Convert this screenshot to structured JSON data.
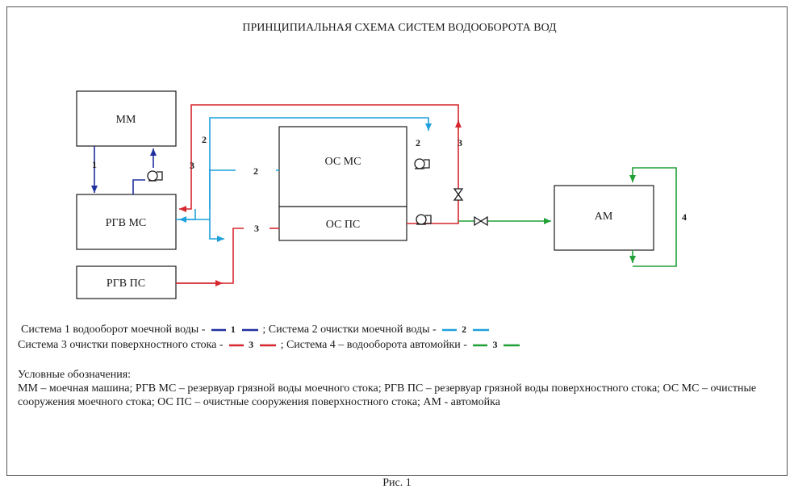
{
  "title": "ПРИНЦИПИАЛЬНАЯ СХЕМА СИСТЕМ ВОДООБОРОТА ВОД",
  "boxes": {
    "mm": "ММ",
    "rgv_ms": "РГВ МС",
    "rgv_ps": "РГВ ПС",
    "os_ms": "ОС МС",
    "os_ps": "ОС ПС",
    "am": "АМ"
  },
  "line_labels": {
    "l1": "1",
    "l2a": "2",
    "l2b": "2",
    "l2c": "2",
    "l3a": "3",
    "l3b": "3",
    "l3c": "3",
    "l4": "4"
  },
  "colors": {
    "system1": "#1f2f9e",
    "system2": "#1fa0dc",
    "system3": "#d6262e",
    "system4": "#21a038",
    "frame": "#555555",
    "text": "#1a1a1a"
  },
  "legend": {
    "row1": {
      "s1_text": "Система 1 водооборот моечной воды - ",
      "s1_num": "1",
      "s2_text": "; Система 2 очистки моечной воды - ",
      "s2_num": "2"
    },
    "row2": {
      "s3_text": "Система 3 очистки поверхностного стока - ",
      "s3_num": "3",
      "s4_text": "; Система 4 – водооборота автомойки - ",
      "s4_num": "3"
    }
  },
  "notes": {
    "heading": "Условные обозначения:",
    "text": "ММ – моечная машина; РГВ МС – резервуар грязной воды моечного стока; РГВ ПС – резервуар грязной воды поверхностного стока; ОС МС – очистные сооружения моечного стока; ОС ПС – очистные сооружения поверхностного стока; АМ - автомойка"
  },
  "caption": "Рис. 1"
}
